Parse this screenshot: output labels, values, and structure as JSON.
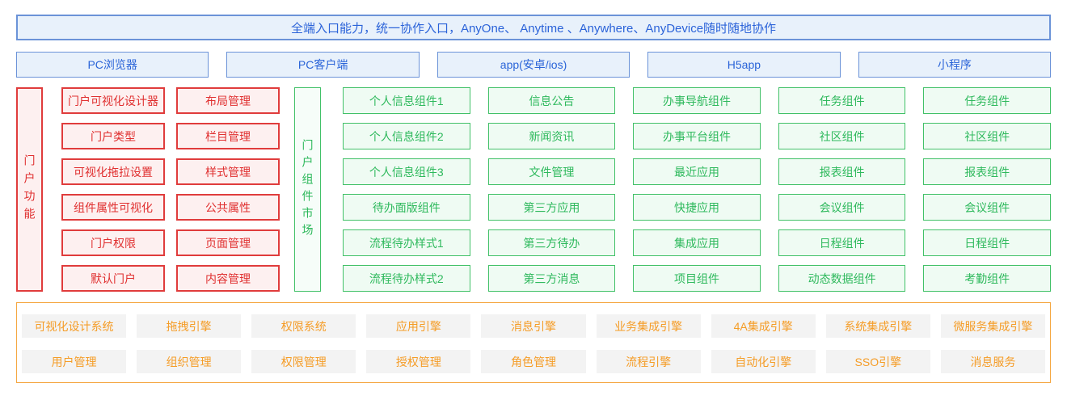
{
  "colors": {
    "blue_border": "#6b93d8",
    "blue_fill": "#e8f1fb",
    "blue_text": "#2a64d8",
    "red_border": "#e03c3c",
    "red_fill": "#fdf0f0",
    "red_text": "#e02f2f",
    "green_border": "#42c168",
    "green_fill": "#effbf3",
    "green_text": "#2eb95c",
    "orange_border": "#f5a742",
    "orange_text": "#f59c26",
    "gray_fill": "#f3f3f3"
  },
  "banner": {
    "text": "全端入口能力，统一协作入口，AnyOne、 Anytime 、Anywhere、AnyDevice随时随地协作"
  },
  "entry_channels": [
    "PC浏览器",
    "PC客户端",
    "app(安卓/ios)",
    "H5app",
    "小程序"
  ],
  "portal_functions": {
    "label": "门户功能",
    "columns": [
      [
        "门户可视化设计器",
        "门户类型",
        "可视化拖拉设置",
        "组件属性可视化",
        "门户权限",
        "默认门户"
      ],
      [
        "布局管理",
        "栏目管理",
        "样式管理",
        "公共属性",
        "页面管理",
        "内容管理"
      ]
    ]
  },
  "component_market": {
    "label": "门户组件市场",
    "columns": [
      [
        "个人信息组件1",
        "个人信息组件2",
        "个人信息组件3",
        "待办面版组件",
        "流程待办样式1",
        "流程待办样式2"
      ],
      [
        "信息公告",
        "新闻资讯",
        "文件管理",
        "第三方应用",
        "第三方待办",
        "第三方消息"
      ],
      [
        "办事导航组件",
        "办事平台组件",
        "最近应用",
        "快捷应用",
        "集成应用",
        "项目组件"
      ],
      [
        "任务组件",
        "社区组件",
        "报表组件",
        "会议组件",
        "日程组件",
        "动态数据组件"
      ],
      [
        "任务组件",
        "社区组件",
        "报表组件",
        "会议组件",
        "日程组件",
        "考勤组件"
      ]
    ]
  },
  "platform_engines": {
    "rows": [
      [
        "可视化设计系统",
        "拖拽引擎",
        "权限系统",
        "应用引擎",
        "消息引擎",
        "业务集成引擎",
        "4A集成引擎",
        "系统集成引擎",
        "微服务集成引擎"
      ],
      [
        "用户管理",
        "组织管理",
        "权限管理",
        "授权管理",
        "角色管理",
        "流程引擎",
        "自动化引擎",
        "SSO引擎",
        "消息服务"
      ]
    ]
  }
}
